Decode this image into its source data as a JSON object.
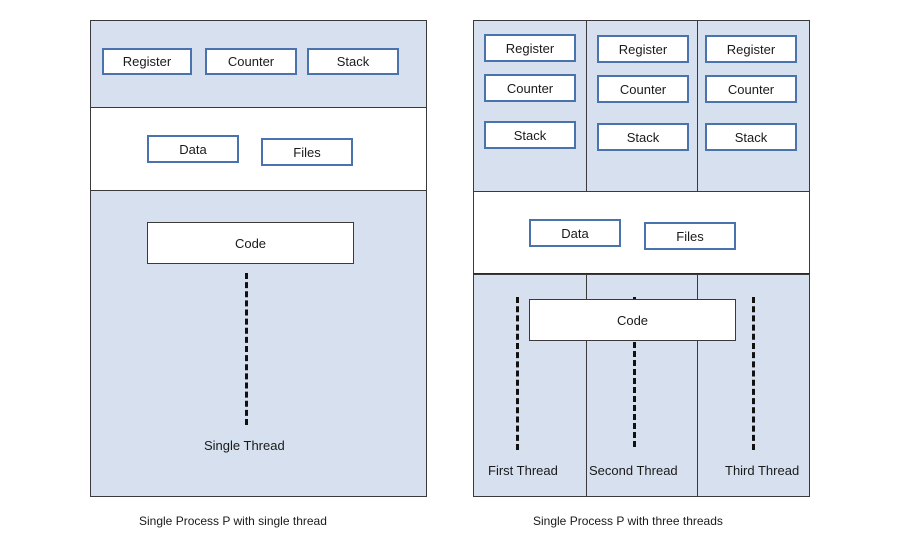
{
  "left_process": {
    "registers": {
      "register": "Register",
      "counter": "Counter",
      "stack": "Stack"
    },
    "shared": {
      "data": "Data",
      "files": "Files"
    },
    "code": "Code",
    "thread_label": "Single Thread",
    "caption": "Single Process P with single thread"
  },
  "right_process": {
    "threads": [
      {
        "register": "Register",
        "counter": "Counter",
        "stack": "Stack",
        "label": "First Thread"
      },
      {
        "register": "Register",
        "counter": "Counter",
        "stack": "Stack",
        "label": "Second Thread"
      },
      {
        "register": "Register",
        "counter": "Counter",
        "stack": "Stack",
        "label": "Third Thread"
      }
    ],
    "shared": {
      "data": "Data",
      "files": "Files"
    },
    "code": "Code",
    "caption": "Single Process P with three threads"
  },
  "colors": {
    "panel_fill": "#d6e0ef",
    "box_border": "#4a73ad",
    "outline": "#3a3a3a"
  }
}
